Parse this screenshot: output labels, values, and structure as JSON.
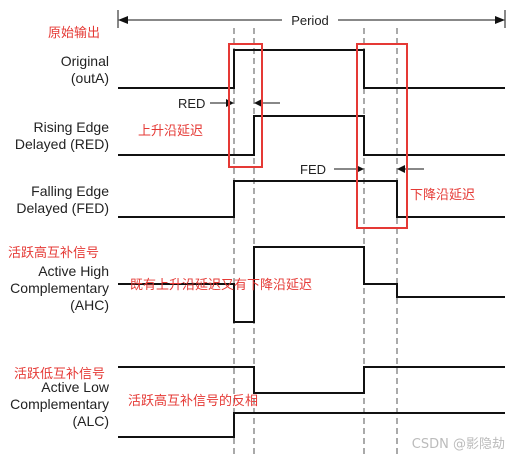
{
  "header": {
    "period_label": "Period",
    "output_label_cn": "原始输出"
  },
  "signals": [
    {
      "id": "original",
      "line1": "Original",
      "line2": "(outA)"
    },
    {
      "id": "red",
      "line1": "Rising Edge",
      "line2": "Delayed (RED)"
    },
    {
      "id": "fed",
      "line1": "Falling Edge",
      "line2": "Delayed (FED)"
    },
    {
      "id": "ahc",
      "line1": "Active High",
      "line2": "Complementary",
      "line3": "(AHC)"
    },
    {
      "id": "alc",
      "line1": "Active Low",
      "line2": "Complementary",
      "line3": "(ALC)"
    }
  ],
  "delays": {
    "red": "RED",
    "fed": "FED"
  },
  "annotations": {
    "rising_delay_cn": "上升沿延迟",
    "falling_delay_cn": "下降沿延迟",
    "ahc_title_cn": "活跃高互补信号",
    "both_delays_cn": "既有上升沿延迟又有下降沿延迟",
    "alc_title_cn": "活跃低互补信号",
    "alc_inverse_cn": "活跃高互补信号的反相"
  },
  "watermark": "CSDN @影隐劫",
  "colors": {
    "annotation_red": "#e53935",
    "waveform": "#111111"
  }
}
